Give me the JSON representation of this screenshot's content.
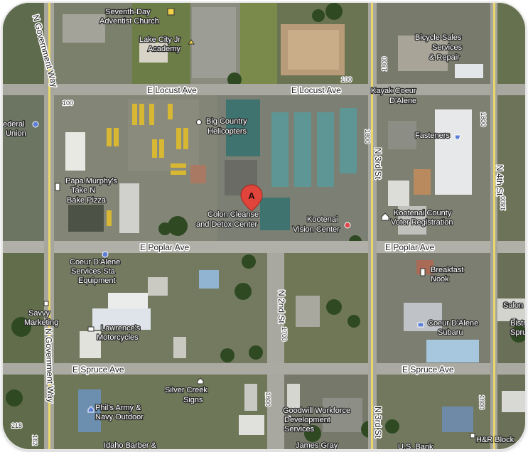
{
  "marker": {
    "letter": "A",
    "color": "#e0443a"
  },
  "roads": {
    "locust_left": "E Locust Ave",
    "locust_right": "E Locust Ave",
    "poplar_left": "E Poplar Ave",
    "poplar_right": "E Poplar Ave",
    "spruce_left": "E Spruce Ave",
    "spruce_right": "E Spruce Ave",
    "third_top": "N 3rd St",
    "third_bottom": "N 3rd St",
    "fourth": "N 4th St",
    "second": "N 2nd St",
    "gov_top": "N Government Way",
    "gov_bottom": "N Government Way"
  },
  "numbers": {
    "n100_a": "100",
    "n100_b": "100",
    "n1800_a": "1800",
    "n1800_b": "1800",
    "n1800_c": "1800",
    "n1800_d": "1800",
    "n1700": "1700",
    "n1600_a": "1600",
    "n1600_b": "1600",
    "n218": "218",
    "n162": "162"
  },
  "places": {
    "sda1": "Seventh-Day",
    "sda2": "Adventist Church",
    "lc1": "Lake City Jr",
    "lc2": "Academy",
    "bike1": "Bicycle Sales",
    "bike2": "Services",
    "bike3": "& Repair",
    "kayak1": "Kayak Coeur",
    "kayak2": "D'Alene",
    "federal1": "ederal",
    "federal2": "Union",
    "bch1": "Big Country",
    "bch2": "Helicopters",
    "fasteners": "Fasteners",
    "papa1": "Papa Murphy's",
    "papa2": "Take N",
    "papa3": "Bake Pizza",
    "colon1": "Colon Cleanse",
    "colon2": "and Detox Center",
    "kvc1": "Kootenai",
    "kvc2": "Vision Center",
    "kcvr1": "Kootenai County",
    "kcvr2": "Voter Registration",
    "cda_eq1": "Coeur D'Alene",
    "cda_eq2": "Services Sta",
    "cda_eq3": "Equipment",
    "breakfast1": "Breakfast",
    "breakfast2": "Nook",
    "salon": "Salon",
    "savvy1": "Savvy",
    "savvy2": "Marketing",
    "lawrence1": "Lawrence's",
    "lawrence2": "Motorcycles",
    "subaru1": "Coeur D'Alene",
    "subaru2": "Subaru",
    "bistro1": "Bistr",
    "bistro2": "Spru",
    "silver1": "Silver Creek",
    "silver2": "Signs",
    "phil1": "Phil's Army &",
    "phil2": "Navy Outdoor",
    "goodwill1": "Goodwill Workforce",
    "goodwill2": "Development",
    "goodwill3": "Services",
    "hr": "H&R Block",
    "idaho": "Idaho Barber &",
    "james": "James Gray",
    "usbank": "U.S. Bank"
  }
}
